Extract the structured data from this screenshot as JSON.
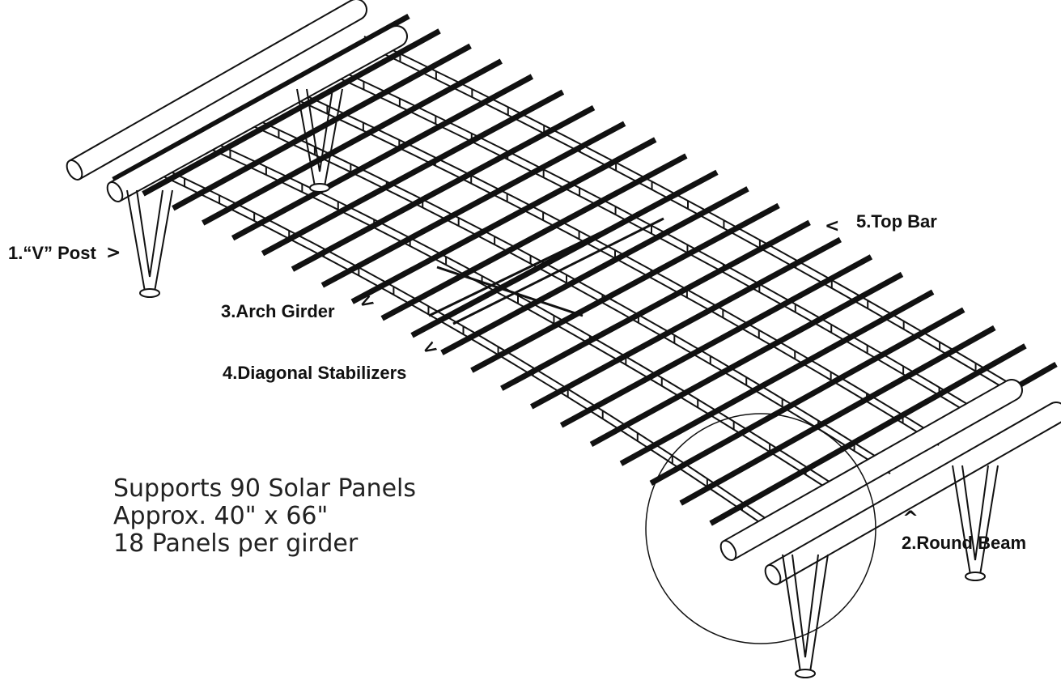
{
  "labels": {
    "v_post": "1.“V” Post",
    "round_beam": "2.Round Beam",
    "arch_girder": "3.Arch Girder",
    "diagonal_stabilizers": "4.Diagonal Stabilizers",
    "top_bar": "5.Top Bar"
  },
  "notes": {
    "line1": "Supports 90 Solar Panels",
    "line2": "Approx. 40\" x 66\"",
    "line3": "18 Panels per girder"
  },
  "colors": {
    "ink": "#111111",
    "background": "#ffffff"
  }
}
